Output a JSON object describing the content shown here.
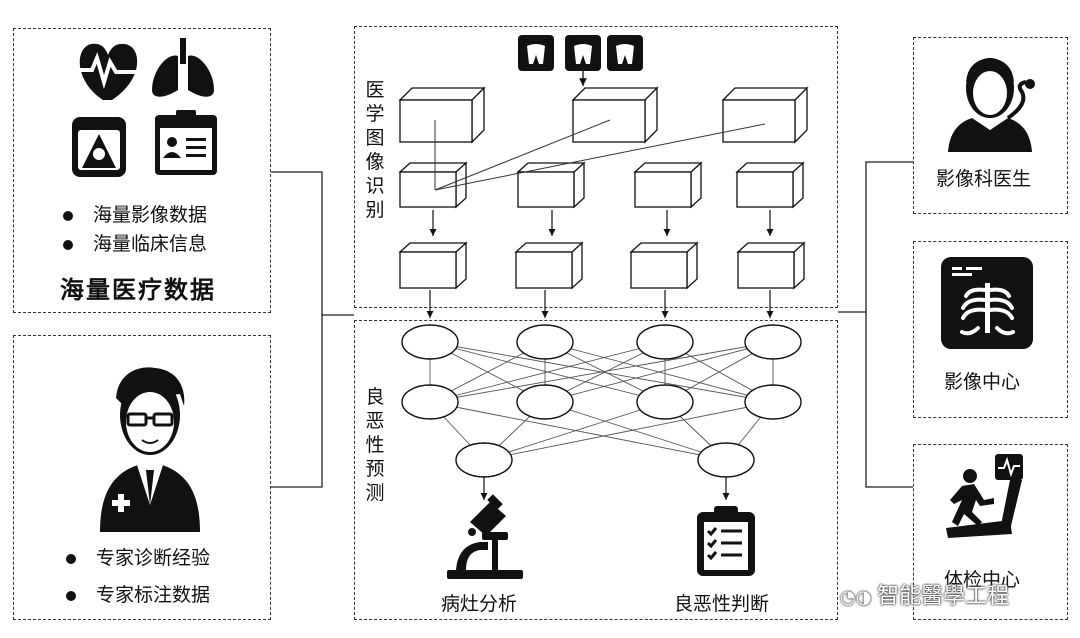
{
  "left_top": {
    "bullets": [
      "海量影像数据",
      "海量临床信息"
    ],
    "title": "海量医疗数据",
    "icons": [
      "heart-pulse-icon",
      "lungs-icon",
      "ultrasound-image-icon",
      "id-card-icon"
    ]
  },
  "left_bottom": {
    "bullets": [
      "专家诊断经验",
      "专家标注数据"
    ],
    "icons": [
      "doctor-icon"
    ]
  },
  "center_top": {
    "label": "医学图像识别",
    "icons": [
      "dental-xray-icon",
      "dental-xray-icon",
      "dental-xray-icon"
    ]
  },
  "center_bottom": {
    "label": "良恶性预测",
    "output_left": "病灶分析",
    "output_right": "良恶性判断",
    "icons": [
      "microscope-icon",
      "checklist-clipboard-icon"
    ]
  },
  "right": {
    "items": [
      {
        "label": "影像科医生",
        "icon": "doctor-stethoscope-icon"
      },
      {
        "label": "影像中心",
        "icon": "xray-ribcage-icon"
      },
      {
        "label": "体检中心",
        "icon": "treadmill-runner-icon"
      }
    ]
  },
  "watermark": "智能醫學工程"
}
